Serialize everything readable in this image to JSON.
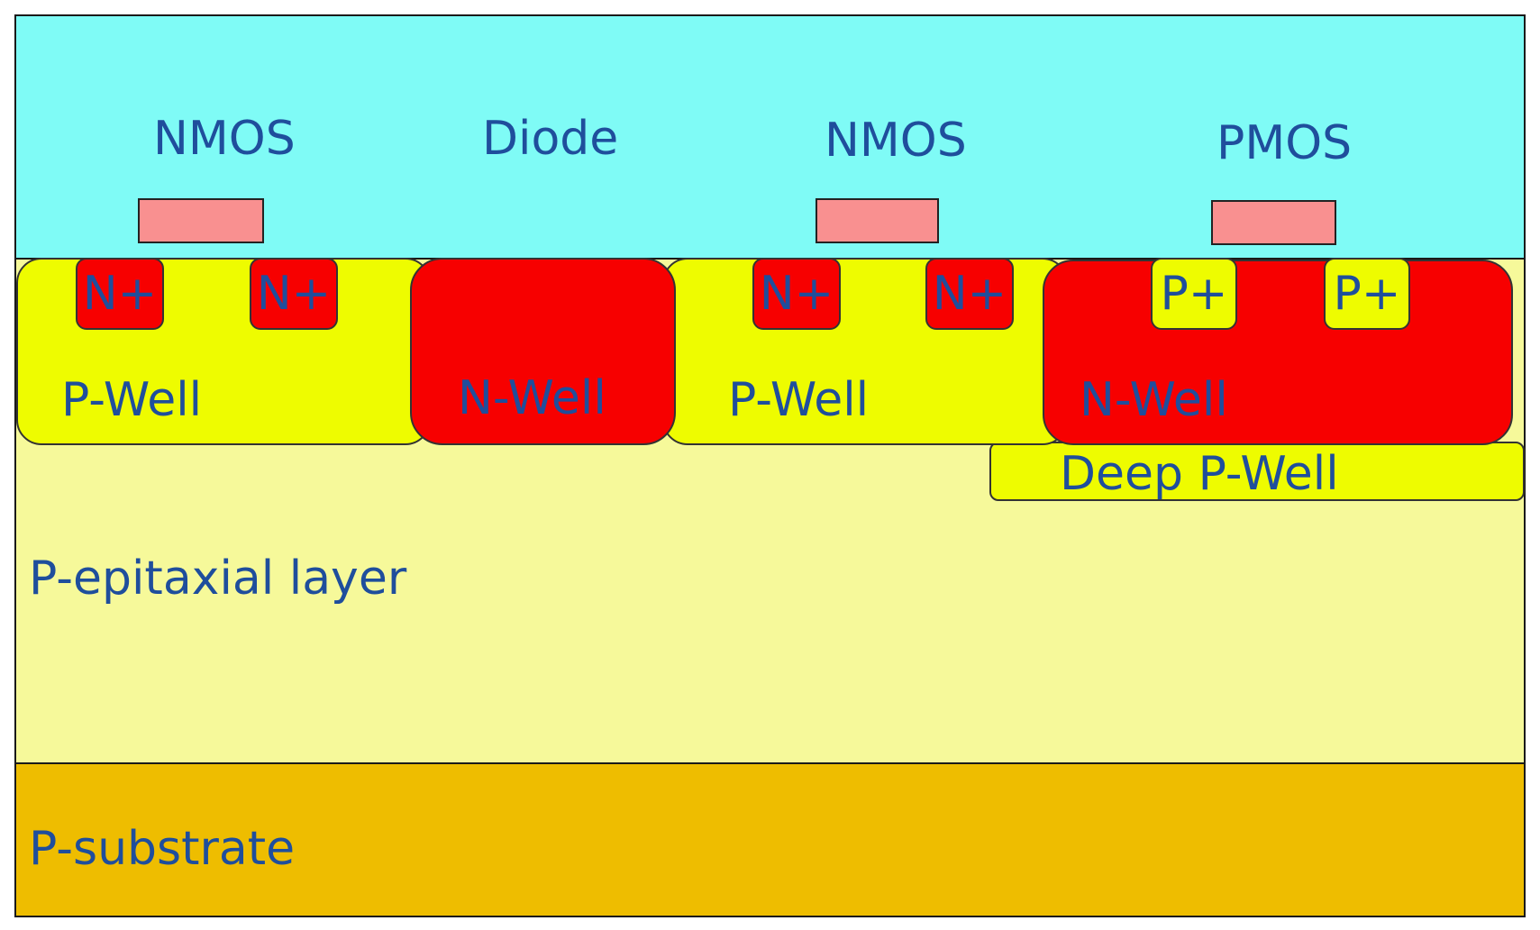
{
  "colors": {
    "oxide": "#7ffbf6",
    "epi": "#f6f99a",
    "substrate": "#eebd00",
    "p_well": "#eefc00",
    "n_well": "#f70000",
    "gate": "#f99090",
    "text": "#1f4e9c"
  },
  "devices": {
    "nmos1": "NMOS",
    "diode": "Diode",
    "nmos2": "NMOS",
    "pmos": "PMOS"
  },
  "contacts": {
    "n_plus_1a": "N+",
    "n_plus_1b": "N+",
    "n_plus_2a": "N+",
    "n_plus_2b": "N+",
    "p_plus_a": "P+",
    "p_plus_b": "P+"
  },
  "wells": {
    "p_well_1": "P-Well",
    "n_well_1": "N-Well",
    "p_well_2": "P-Well",
    "n_well_2": "N-Well",
    "deep_p_well": "Deep P-Well"
  },
  "layers": {
    "epi": "P-epitaxial layer",
    "substrate": "P-substrate"
  }
}
